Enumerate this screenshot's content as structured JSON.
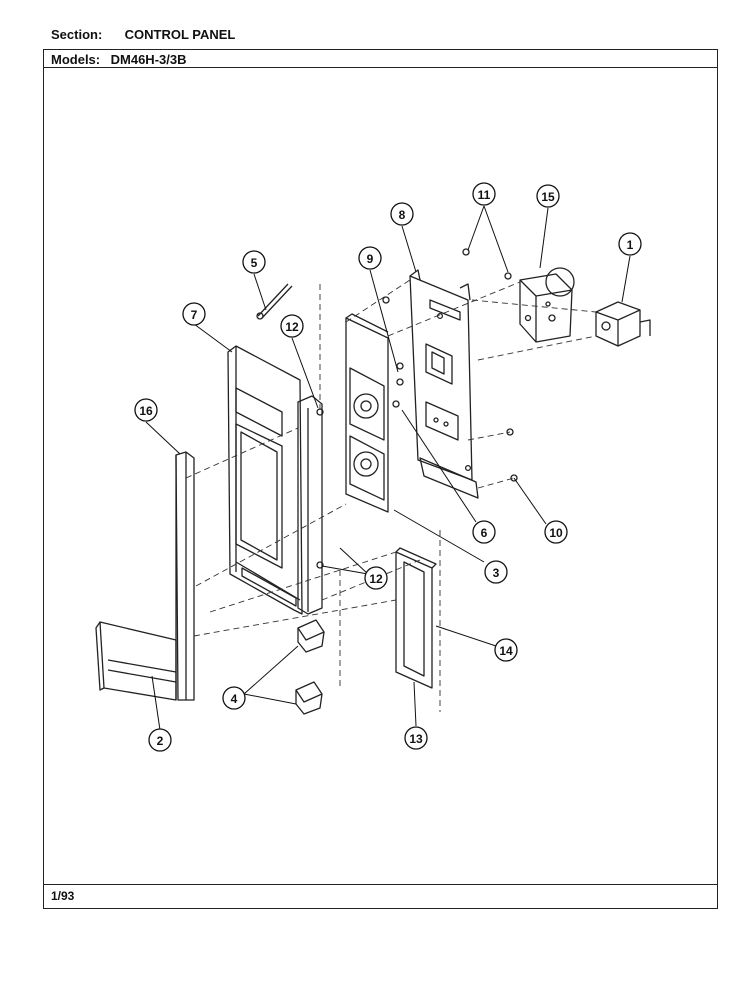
{
  "header": {
    "section_label": "Section:",
    "section_value": "CONTROL PANEL",
    "models_label": "Models:",
    "models_value": "DM46H-3/3B"
  },
  "footer": {
    "date_code": "1/93"
  },
  "callouts": [
    "1",
    "2",
    "3",
    "4",
    "5",
    "6",
    "7",
    "8",
    "9",
    "10",
    "11",
    "12",
    "12",
    "13",
    "14",
    "15",
    "16"
  ]
}
